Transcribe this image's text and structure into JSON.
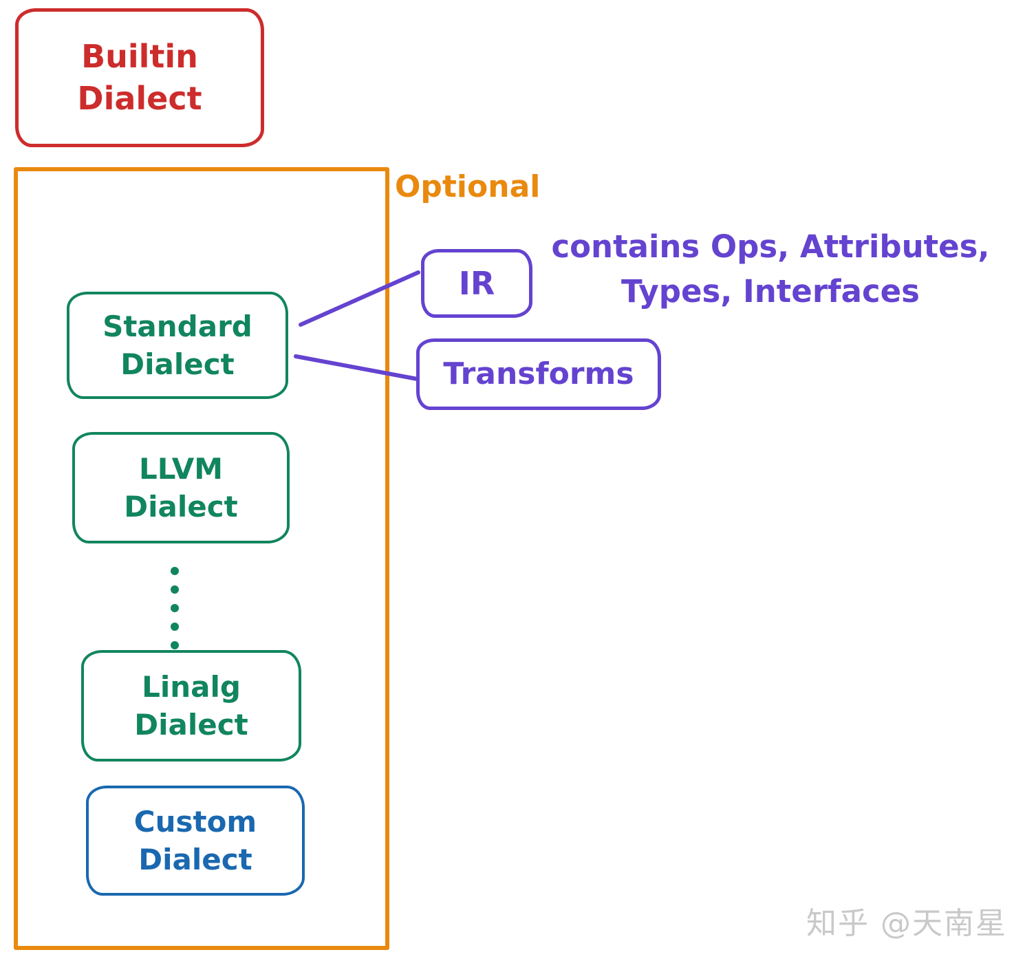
{
  "palette": {
    "red": "#cd2c2c",
    "orange": "#e9890e",
    "green": "#11855f",
    "blue": "#1a68b0",
    "purple": "#6443d0",
    "watermark_gray": "#c9c9c9"
  },
  "builtin_box": {
    "line1": "Builtin",
    "line2": "Dialect"
  },
  "optional_group": {
    "label": "Optional",
    "dialects": [
      {
        "line1": "Standard",
        "line2": "Dialect"
      },
      {
        "line1": "LLVM",
        "line2": "Dialect"
      },
      {
        "line1": "Linalg",
        "line2": "Dialect"
      },
      {
        "line1": "Custom",
        "line2": "Dialect"
      }
    ]
  },
  "ir_box": {
    "label": "IR"
  },
  "transforms_box": {
    "label": "Transforms"
  },
  "annotation": {
    "line1": "contains Ops, Attributes,",
    "line2": "Types, Interfaces"
  },
  "watermark": {
    "text": "知乎 @天南星"
  }
}
